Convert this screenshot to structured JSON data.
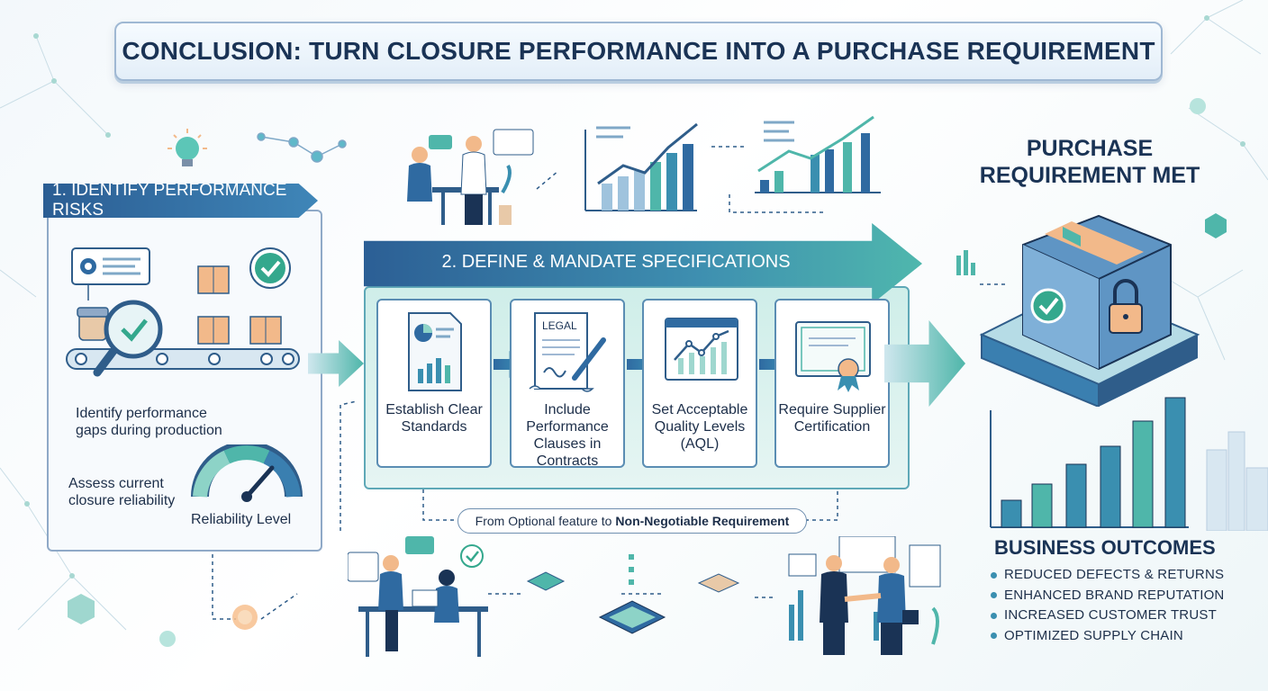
{
  "title": "CONCLUSION: TURN CLOSURE PERFORMANCE INTO A PURCHASE REQUIREMENT",
  "step1": {
    "heading": "1. IDENTIFY PERFORMANCE RISKS",
    "text_gaps": "Identify performance gaps during production",
    "text_assess": "Assess current closure reliability",
    "gauge_label": "Reliability Level"
  },
  "step2": {
    "heading": "2. DEFINE & MANDATE SPECIFICATIONS",
    "cards": [
      {
        "label": "Establish Clear Standards"
      },
      {
        "label": "Include Performance Clauses in Contracts",
        "doc_tag": "LEGAL"
      },
      {
        "label": "Set Acceptable Quality Levels (AQL)"
      },
      {
        "label": "Require Supplier Certification"
      }
    ],
    "transition_prefix": "From Optional feature to",
    "transition_bold": "Non-Negotiable Requirement"
  },
  "result": {
    "heading": "PURCHASE REQUIREMENT MET",
    "outcomes_title": "BUSINESS OUTCOMES",
    "outcomes": [
      "REDUCED DEFECTS & RETURNS",
      "ENHANCED BRAND REPUTATION",
      "INCREASED CUSTOMER TRUST",
      "OPTIMIZED SUPPLY CHAIN"
    ]
  },
  "colors": {
    "navy": "#1a3355",
    "blue": "#2f6aa1",
    "teal": "#4fb6aa",
    "check_green": "#2fa58a",
    "box_orange": "#f2b98a"
  }
}
